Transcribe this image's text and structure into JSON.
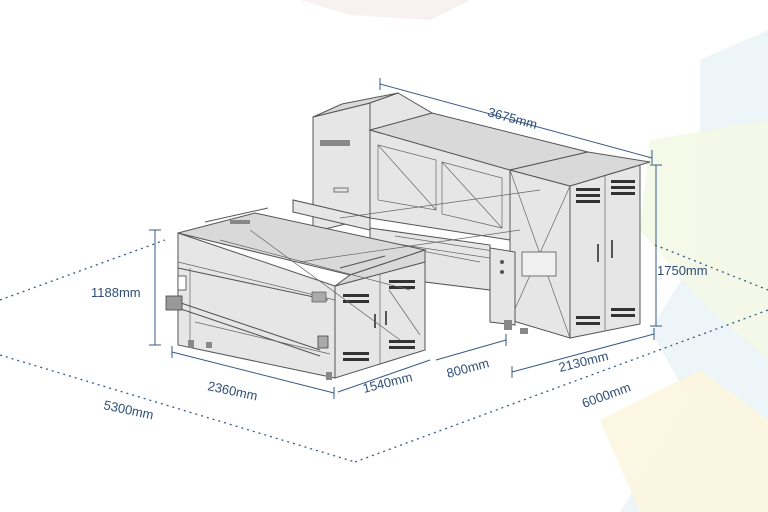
{
  "dimensions": {
    "top_length": "3675mm",
    "height_right": "1750mm",
    "height_left": "1188mm",
    "width_front": "2360mm",
    "depth_front": "1540mm",
    "gap": "800mm",
    "depth_right": "2130mm",
    "floor_left": "5300mm",
    "floor_right": "6000mm"
  },
  "colors": {
    "dimension_text": "#2f4f78",
    "dimension_line": "#3a5a86",
    "machine_outline": "#555555"
  }
}
